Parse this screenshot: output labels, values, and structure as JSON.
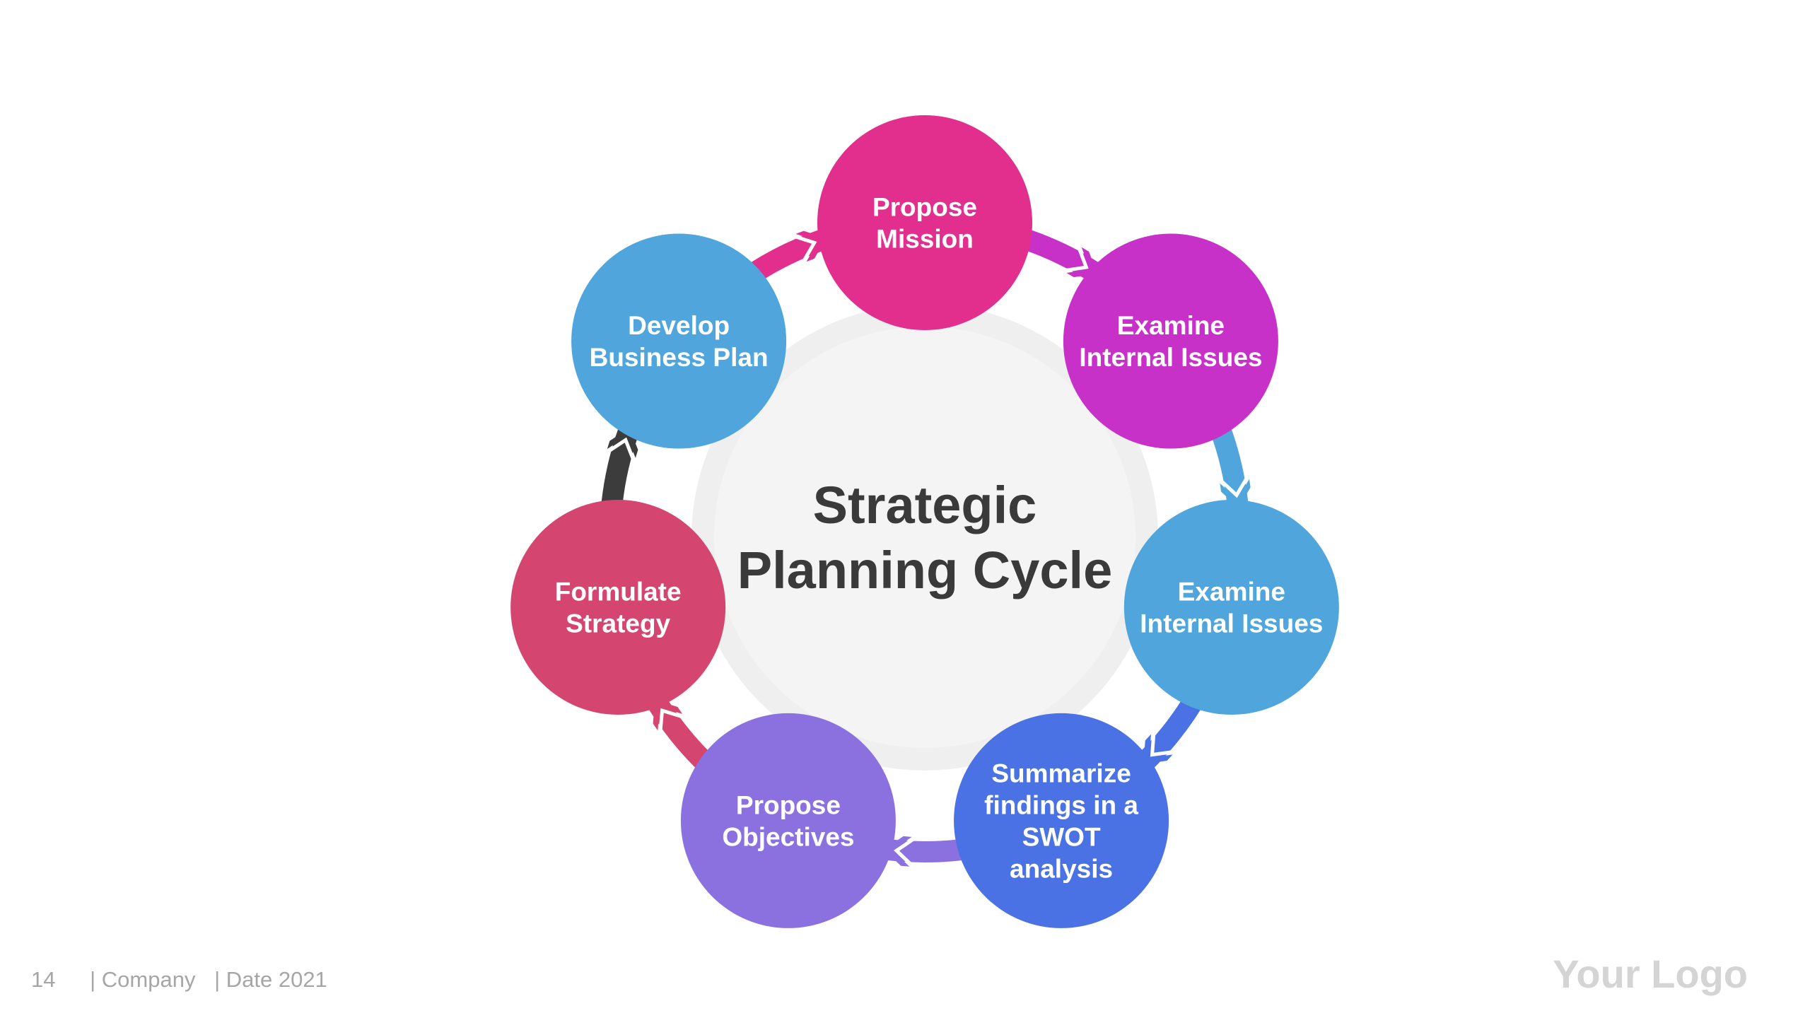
{
  "center": {
    "title_line1": "Strategic",
    "title_line2": "Planning Cycle"
  },
  "nodes": [
    {
      "lines": [
        "Propose",
        "Mission"
      ],
      "color": "#e22e8c"
    },
    {
      "lines": [
        "Examine",
        "Internal Issues"
      ],
      "color": "#c731c8"
    },
    {
      "lines": [
        "Examine",
        "Internal Issues"
      ],
      "color": "#4fa5dc"
    },
    {
      "lines": [
        "Summarize",
        "findings in a",
        "SWOT",
        "analysis"
      ],
      "color": "#4a72e5"
    },
    {
      "lines": [
        "Propose",
        "Objectives"
      ],
      "color": "#8b71e0"
    },
    {
      "lines": [
        "Formulate",
        "Strategy"
      ],
      "color": "#d4456f"
    },
    {
      "lines": [
        "Develop",
        "Business Plan"
      ],
      "color": "#4fa5dc"
    }
  ],
  "ring_arrow_colors": [
    "#c731c8",
    "#4fa5dc",
    "#4a72e5",
    "#8b71e0",
    "#d4456f",
    "#3c3c3c",
    "#e22e8c"
  ],
  "footer": {
    "page_number": "14",
    "company": "| Company",
    "date": "| Date 2021"
  },
  "logo": {
    "text": "Your Logo"
  }
}
